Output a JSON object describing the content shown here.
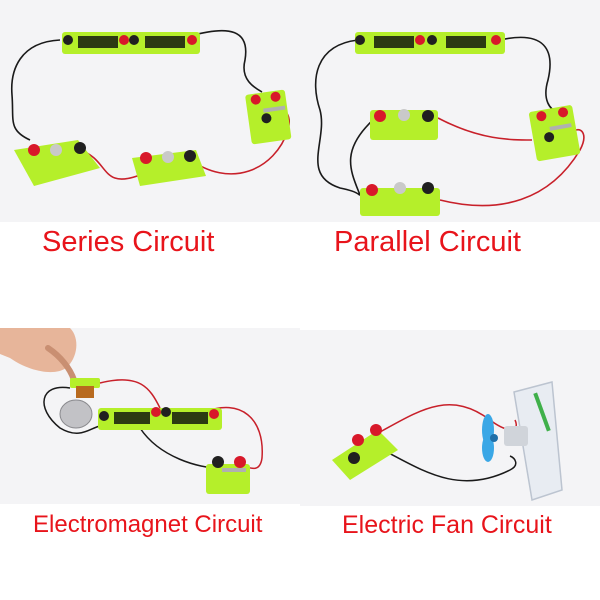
{
  "captions": {
    "series": "Series Circuit",
    "parallel": "Parallel Circuit",
    "electromagnet": "Electromagnet Circuit",
    "fan": "Electric Fan Circuit"
  },
  "colors": {
    "caption_red": "#e8141b",
    "module_green": "#b5ef2a",
    "wire_black": "#1a1a1a",
    "wire_red": "#c8202a",
    "terminal_red": "#d8182a",
    "terminal_black": "#202020",
    "backdrop": "#f2f2f4",
    "fan_blade": "#3aa7e6"
  }
}
